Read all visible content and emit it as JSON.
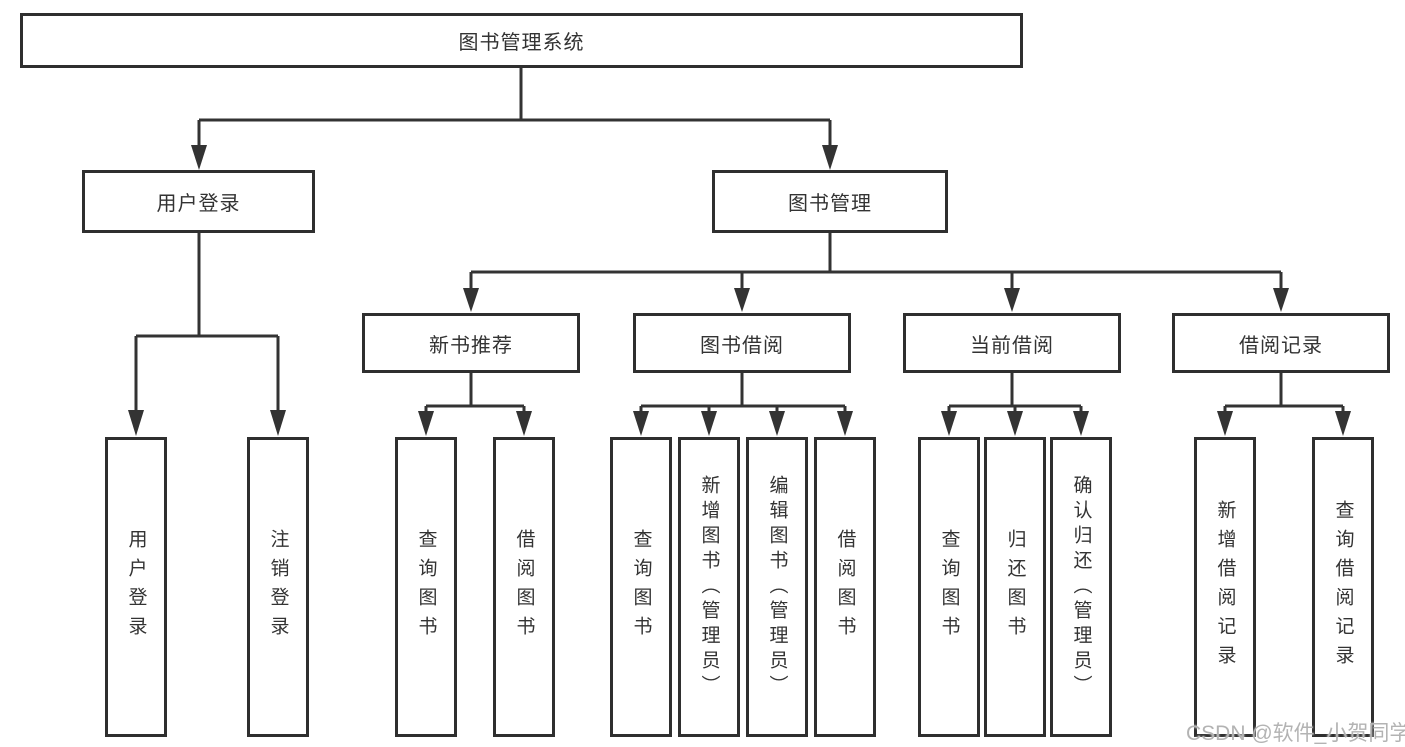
{
  "diagram": {
    "root": {
      "label": "图书管理系统"
    },
    "level2": [
      {
        "label": "用户登录",
        "children": [
          {
            "label": "用户登录"
          },
          {
            "label": "注销登录"
          }
        ]
      },
      {
        "label": "图书管理",
        "children": [
          {
            "label": "新书推荐",
            "children": [
              {
                "label": "查询图书"
              },
              {
                "label": "借阅图书"
              }
            ]
          },
          {
            "label": "图书借阅",
            "children": [
              {
                "label": "查询图书"
              },
              {
                "label": "新增图书（管理员）"
              },
              {
                "label": "编辑图书（管理员）"
              },
              {
                "label": "借阅图书"
              }
            ]
          },
          {
            "label": "当前借阅",
            "children": [
              {
                "label": "查询图书"
              },
              {
                "label": "归还图书"
              },
              {
                "label": "确认归还（管理员）"
              }
            ]
          },
          {
            "label": "借阅记录",
            "children": [
              {
                "label": "新增借阅记录"
              },
              {
                "label": "查询借阅记录"
              }
            ]
          }
        ]
      }
    ],
    "watermark": "CSDN @软件_小贺同学",
    "colors": {
      "line": "#333333",
      "box_border": "#2f2f2f",
      "box_fill": "#ffffff",
      "text": "#333333",
      "watermark": "#b3b3b3"
    }
  }
}
